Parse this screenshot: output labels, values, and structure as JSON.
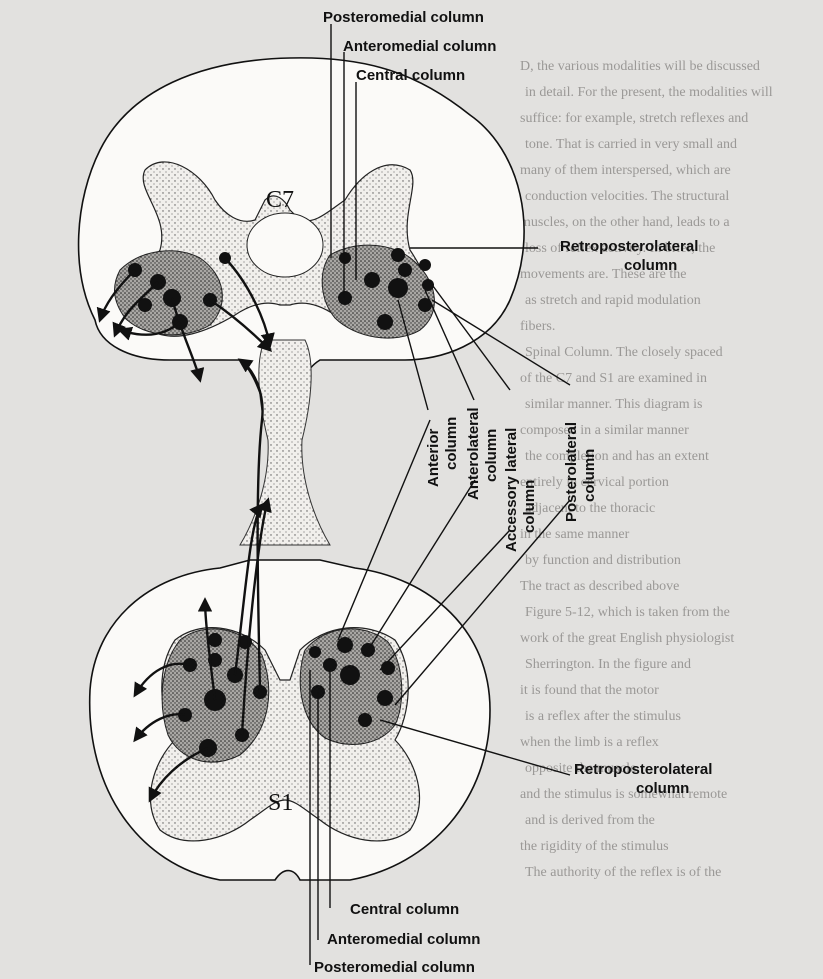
{
  "segments": {
    "top": "C7",
    "bottom": "S1"
  },
  "labels": {
    "posteromedial": "Posteromedial column",
    "anteromedial": "Anteromedial column",
    "central": "Central column",
    "retroposterolateral_1": "Retroposterolateral",
    "retroposterolateral_2": "column",
    "anterior_1": "Anterior",
    "anterior_2": "column",
    "anterolateral_1": "Anterolateral",
    "anterolateral_2": "column",
    "accessory_lateral_1": "Accessory lateral",
    "accessory_lateral_2": "column",
    "posterolateral_1": "Posterolateral",
    "posterolateral_2": "column"
  },
  "background_text": [
    "D, the various modalities will be discussed",
    "in detail. For the present, the modalities will",
    "suffice: for example, stretch reflexes and",
    "tone. That is carried in very small and",
    "many of them interspersed, which are",
    "conduction velocities. The structural",
    "muscles, on the other hand, leads to a",
    "loss of reflex activity. In brief, the",
    "movements are. These are the",
    "as stretch and rapid modulation",
    "fibers.",
    "Spinal Column. The closely spaced",
    "of the C7 and S1 are examined in",
    "similar manner. This diagram is",
    "composed in a similar manner",
    "the completion and has an extent",
    "entirely in cervical portion",
    "adjacent to the thoracic",
    "in the same manner",
    "by function and distribution",
    "The tract as described above",
    "Figure 5-12, which is taken from the",
    "work of the great English physiologist",
    "Sherrington. In the figure and",
    "it is found that the motor",
    "is a reflex after the stimulus",
    "when the limb is a reflex",
    "opposite the muscle",
    "and the stimulus is somewhat remote",
    "and is derived from the",
    "the rigidity of the stimulus",
    "The authority of the reflex is of the"
  ]
}
